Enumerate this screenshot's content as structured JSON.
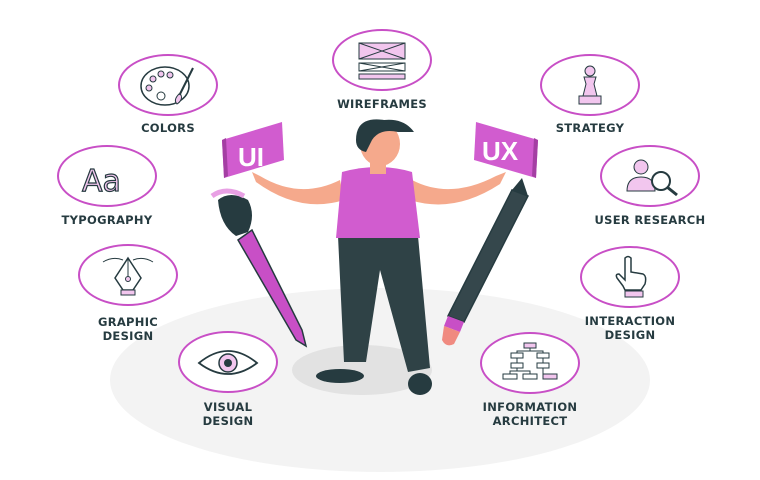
{
  "title_cards": {
    "ui": "UI",
    "ux": "UX"
  },
  "nodes": [
    {
      "id": "colors",
      "lines": [
        "COLORS"
      ],
      "icon": "palette-icon"
    },
    {
      "id": "wireframes",
      "lines": [
        "WIREFRAMES"
      ],
      "icon": "wireframe-icon"
    },
    {
      "id": "strategy",
      "lines": [
        "STRATEGY"
      ],
      "icon": "chess-pawn-icon"
    },
    {
      "id": "typography",
      "lines": [
        "TYPOGRAPHY"
      ],
      "icon": "font-icon",
      "glyph": "Aa"
    },
    {
      "id": "user-research",
      "lines": [
        "USER RESEARCH"
      ],
      "icon": "user-search-icon"
    },
    {
      "id": "graphic-design",
      "lines": [
        "GRAPHIC",
        "DESIGN"
      ],
      "icon": "pen-tool-icon"
    },
    {
      "id": "interaction-design",
      "lines": [
        "INTERACTION",
        "DESIGN"
      ],
      "icon": "pointer-hand-icon"
    },
    {
      "id": "visual-design",
      "lines": [
        "VISUAL",
        "DESIGN"
      ],
      "icon": "eye-icon"
    },
    {
      "id": "information-architect",
      "lines": [
        "INFORMATION",
        "ARCHITECT"
      ],
      "icon": "sitemap-icon"
    }
  ],
  "colors": {
    "accent": "#c84fc6",
    "ink": "#263b40",
    "pink_fill": "#f2c6ee",
    "skin": "#f5a98c"
  }
}
